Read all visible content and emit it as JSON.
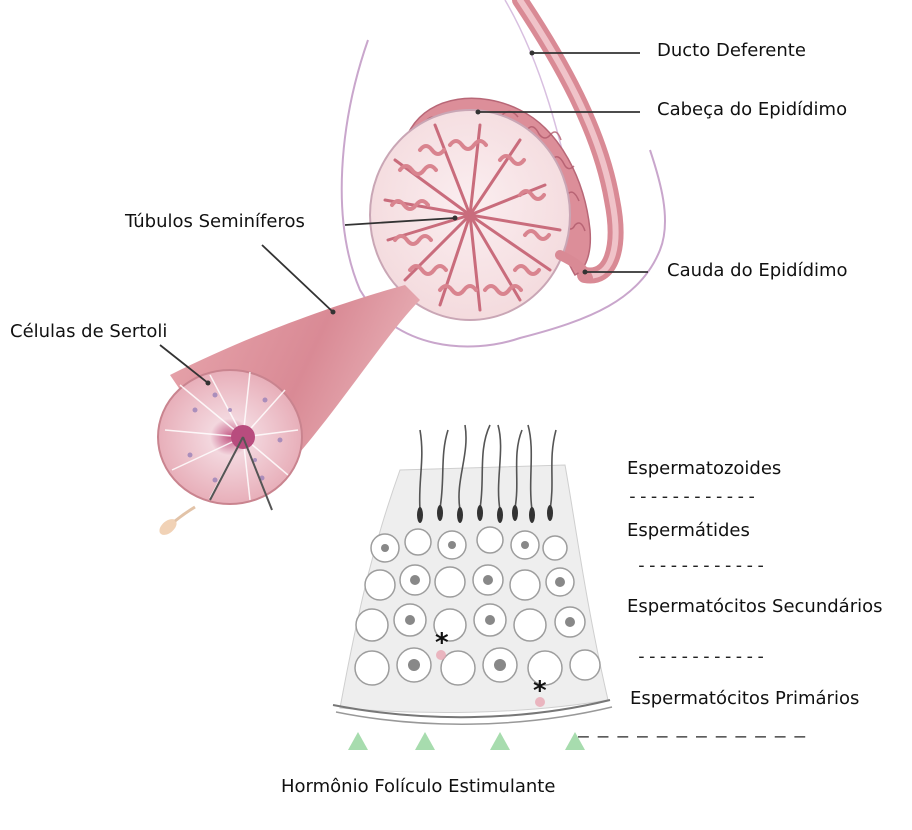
{
  "labels": {
    "ducto_deferente": "Ducto Deferente",
    "cabeca_epididimo": "Cabeça do Epidídimo",
    "tubulos_seminiferos": "Túbulos Seminíferos",
    "cauda_epididimo": "Cauda do Epidídimo",
    "celulas_sertoli": "Células de Sertoli",
    "espermatozoides": "Espermatozoides",
    "espermatides": "Espermátides",
    "espermatocitos_secundarios": "Espermatócitos Secundários",
    "espermatocitos_primarios": "Espermatócitos Primários",
    "hormonio": "Hormônio Folículo Estimulante"
  },
  "separators": {
    "dash_1": "------------",
    "dash_2": "------------",
    "dash_3": "------------",
    "dash_4": "— — — — — — — — — — — —"
  },
  "markers": {
    "asterisk_1": "*",
    "asterisk_2": "*"
  },
  "colors": {
    "tissue_pink": "#d98a95",
    "tissue_light": "#f2c7cc",
    "tubule_pink": "#c96c7c",
    "membrane": "#c7a8c8",
    "cell_gray": "#bdbdbd",
    "fsh_arrows": "#b9e3bd"
  }
}
